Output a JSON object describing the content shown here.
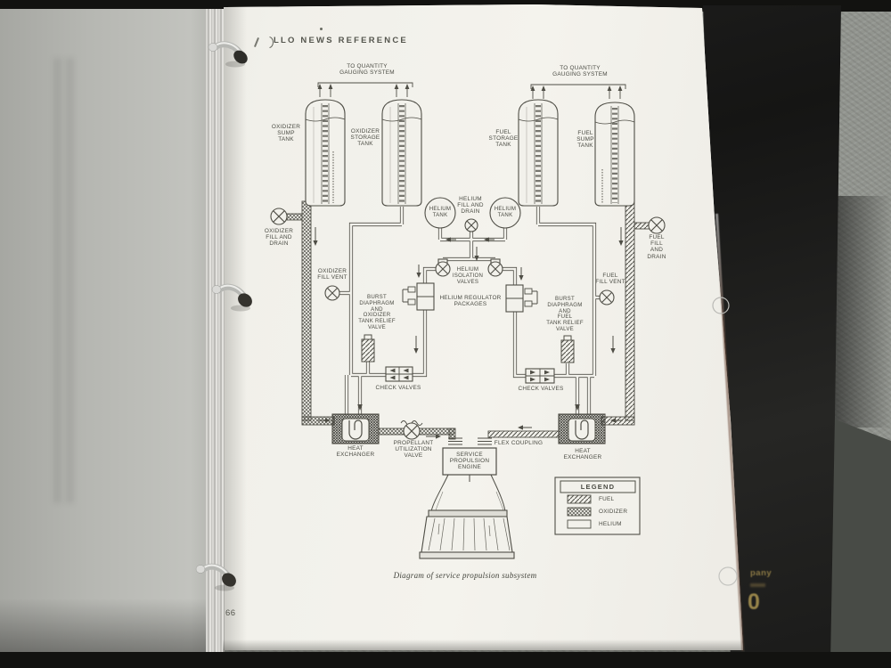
{
  "scene": {
    "header": "LLO NEWS REFERENCE",
    "page_number": "66",
    "caption": "Diagram of service propulsion subsystem",
    "cover_fragments": {
      "word": "pany",
      "digit": "0"
    },
    "colors": {
      "ink": "#4f4e46",
      "paper": "#f2f1eb",
      "cover": "#1b1b1a",
      "gold": "#97844a",
      "carpet": "#92958f"
    }
  },
  "diagram": {
    "labels": {
      "to_quantity_left": "TO QUANTITY\nGAUGING SYSTEM",
      "to_quantity_right": "TO QUANTITY\nGAUGING SYSTEM",
      "oxidizer_sump_tank": "OXIDIZER\nSUMP\nTANK",
      "oxidizer_storage_tank": "OXIDIZER\nSTORAGE\nTANK",
      "fuel_storage_tank": "FUEL\nSTORAGE\nTANK",
      "fuel_sump_tank": "FUEL\nSUMP\nTANK",
      "helium_tank_left": "HELIUM\nTANK",
      "helium_tank_right": "HELIUM\nTANK",
      "helium_fill_and_drain": "HELIUM\nFILL AND\nDRAIN",
      "oxidizer_fill_and_drain": "OXIDIZER\nFILL AND\nDRAIN",
      "fuel_fill_and_drain": "FUEL\nFILL\nAND\nDRAIN",
      "oxidizer_fill_vent": "OXIDIZER\nFILL VENT",
      "fuel_fill_vent": "FUEL\nFILL VENT",
      "helium_isolation_valves": "HELIUM\nISOLATION\nVALVES",
      "helium_regulator_packages": "HELIUM REGULATOR\nPACKAGES",
      "burst_diaphragm_oxidizer": "BURST\nDIAPHRAGM\nAND\nOXIDIZER\nTANK RELIEF\nVALVE",
      "burst_diaphragm_fuel": "BURST\nDIAPHRAGM\nAND\nFUEL\nTANK RELIEF\nVALVE",
      "check_valves_left": "CHECK VALVES",
      "check_valves_right": "CHECK VALVES",
      "heat_exchanger_left": "HEAT\nEXCHANGER",
      "heat_exchanger_right": "HEAT\nEXCHANGER",
      "propellant_utilization_valve": "PROPELLANT\nUTILIZATION\nVALVE",
      "flex_coupling": "FLEX COUPLING",
      "service_propulsion_engine": "SERVICE\nPROPULSION\nENGINE"
    },
    "legend": {
      "title": "LEGEND",
      "items": [
        {
          "label": "FUEL",
          "pattern": "diagonal-hatch"
        },
        {
          "label": "OXIDIZER",
          "pattern": "cross-hatch"
        },
        {
          "label": "HELIUM",
          "pattern": "plain"
        }
      ]
    }
  }
}
